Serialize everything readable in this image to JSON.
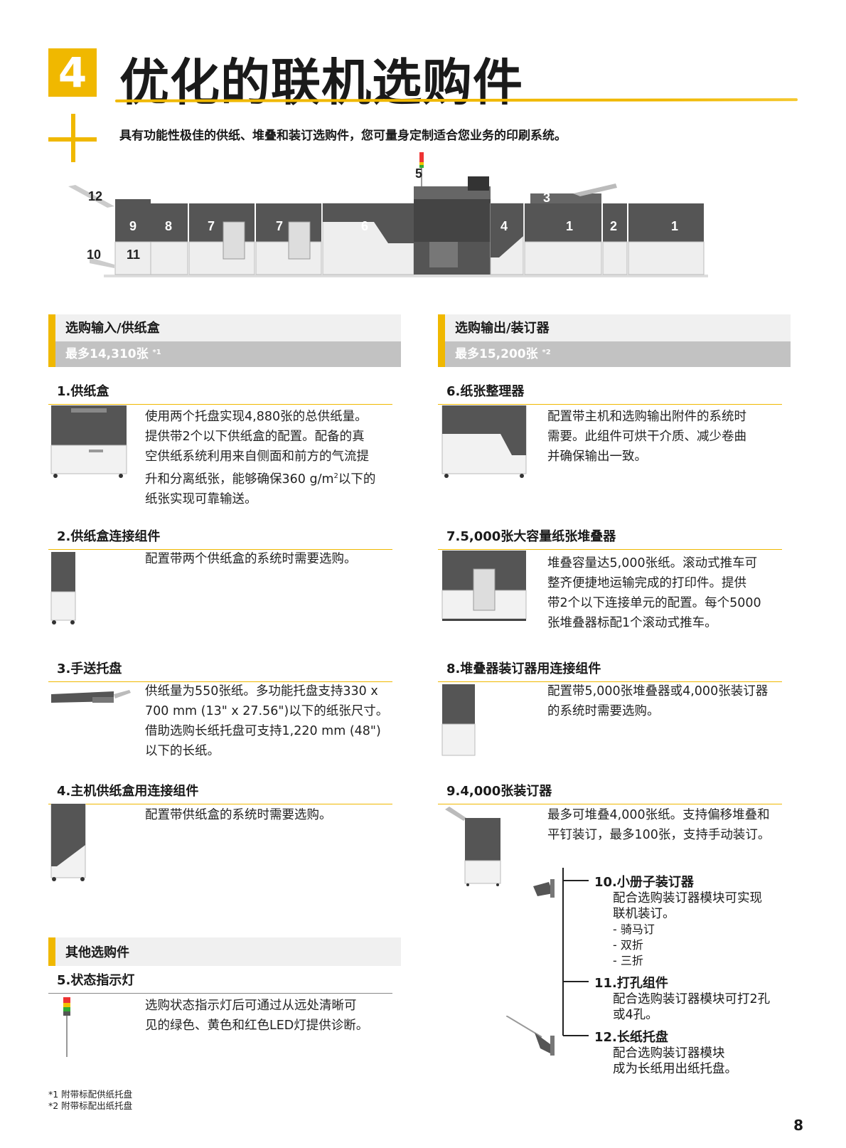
{
  "header": {
    "section_number": "4",
    "title": "优化的联机选购件",
    "subtitle": "具有功能性极佳的供纸、堆叠和装订选购件，您可量身定制适合您业务的印刷系统。"
  },
  "diagram": {
    "labels": [
      "12",
      "10",
      "9",
      "8",
      "11",
      "7",
      "7",
      "6",
      "5",
      "4",
      "3",
      "1",
      "2",
      "1"
    ]
  },
  "input_section": {
    "title": "选购输入/供纸盒",
    "capacity": "最多14,310张",
    "note_ref": "*1"
  },
  "output_section": {
    "title": "选购输出/装订器",
    "capacity": "最多15,200张",
    "note_ref": "*2"
  },
  "items": {
    "i1": {
      "title": "1.供纸盒",
      "lines": [
        "使用两个托盘实现4,880张的总供纸量。",
        "提供带2个以下供纸盒的配置。配备的真",
        "空供纸系统利用来自侧面和前方的气流提",
        "升和分离纸张，能够确保360 g/m",
        "以下的",
        "纸张实现可靠输送。"
      ],
      "sup": "2"
    },
    "i2": {
      "title": "2.供纸盒连接组件",
      "lines": [
        "配置带两个供纸盒的系统时需要选购。"
      ]
    },
    "i3": {
      "title": "3.手送托盘",
      "lines": [
        "供纸量为550张纸。多功能托盘支持330 x",
        "700 mm (13\" x 27.56\")以下的纸张尺寸。",
        "借助选购长纸托盘可支持1,220 mm (48\")",
        "以下的长纸。"
      ]
    },
    "i4": {
      "title": "4.主机供纸盒用连接组件",
      "lines": [
        "配置带供纸盒的系统时需要选购。"
      ]
    },
    "i5": {
      "title": "5.状态指示灯",
      "lines": [
        "选购状态指示灯后可通过从远处清晰可",
        "见的绿色、黄色和红色LED灯提供诊断。"
      ]
    },
    "i6": {
      "title": "6.纸张整理器",
      "lines": [
        "配置带主机和选购输出附件的系统时",
        "需要。此组件可烘干介质、减少卷曲",
        "并确保输出一致。"
      ]
    },
    "i7": {
      "title": "7.5,000张大容量纸张堆叠器",
      "lines": [
        "堆叠容量达5,000张纸。滚动式推车可",
        "整齐便捷地运输完成的打印件。提供",
        "带2个以下连接单元的配置。每个5000",
        "张堆叠器标配1个滚动式推车。"
      ]
    },
    "i8": {
      "title": "8.堆叠器装订器用连接组件",
      "lines": [
        "配置带5,000张堆叠器或4,000张装订器",
        "的系统时需要选购。"
      ]
    },
    "i9": {
      "title": "9.4,000张装订器",
      "lines": [
        "最多可堆叠4,000张纸。支持偏移堆叠和",
        "平钉装订，最多100张，支持手动装订。"
      ]
    }
  },
  "other_section": {
    "title": "其他选购件"
  },
  "sub_items": {
    "s10": {
      "title": "10.小册子装订器",
      "lines": [
        "配合选购装订器模块可实现",
        "联机装订。"
      ],
      "bullets": [
        "- 骑马订",
        "- 双折",
        "- 三折"
      ]
    },
    "s11": {
      "title": "11.打孔组件",
      "lines": [
        "配合选购装订器模块可打2孔",
        "或4孔。"
      ]
    },
    "s12": {
      "title": "12.长纸托盘",
      "lines": [
        "配合选购装订器模块",
        "成为长纸用出纸托盘。"
      ]
    }
  },
  "footnotes": [
    "*1 附带标配供纸托盘",
    "*2 附带标配出纸托盘"
  ],
  "page_number": "8"
}
